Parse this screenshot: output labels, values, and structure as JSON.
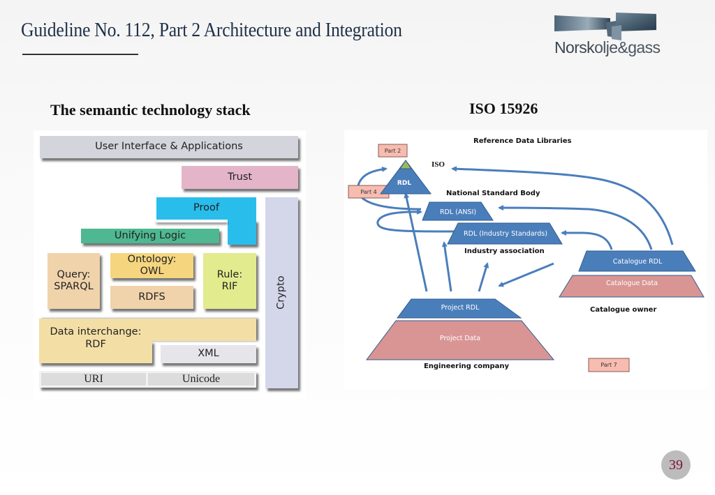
{
  "slide": {
    "title": "Guideline No. 112, Part 2 Architecture and Integration",
    "page_number": "39"
  },
  "logo": {
    "word1": "Norsk",
    "word2": "olje&gass",
    "icon": "norsk-olje-gass-logo-icon"
  },
  "left_panel": {
    "heading": "The semantic technology stack",
    "layers": {
      "ui": "User Interface & Applications",
      "trust": "Trust",
      "proof": "Proof",
      "unifying_logic": "Unifying Logic",
      "query": [
        "Query:",
        "SPARQL"
      ],
      "ontology": [
        "Ontology:",
        "OWL"
      ],
      "rule": [
        "Rule:",
        "RIF"
      ],
      "rdfs": "RDFS",
      "data_interchange": [
        "Data interchange:",
        "RDF"
      ],
      "xml": "XML",
      "uri": "URI",
      "unicode": "Unicode",
      "crypto": "Crypto"
    },
    "colors": {
      "ui": "#d3d4dc",
      "trust": "#e4b4c8",
      "proof": "#29bdec",
      "unifying_logic": "#4db891",
      "query": "#f0d3aa",
      "ontology": "#f5d57e",
      "rdfs": "#f0d3aa",
      "rule": "#e2eb8e",
      "data_interchange": "#f3dfa5",
      "xml": "#e6e6ea",
      "uri_unicode": "#dcdcdc",
      "crypto": "#d4d6ea"
    }
  },
  "right_panel": {
    "heading": "ISO 15926",
    "diagram": {
      "title": "Reference Data Libraries",
      "part_boxes": [
        "Part 2",
        "Part 4",
        "Part 7"
      ],
      "iso_label": "ISO",
      "rdl": "RDL",
      "national_label": "National Standard Body",
      "rdl_ansi": "RDL (ANSI)",
      "rdl_industry": "RDL (Industry Standards)",
      "industry_label": "Industry association",
      "catalogue_rdl": "Catalogue RDL",
      "catalogue_data": "Catalogue Data",
      "catalogue_label": "Catalogue owner",
      "project_rdl": "Project RDL",
      "project_data": "Project Data",
      "engineering_label": "Engineering company"
    },
    "colors": {
      "blue": "#4a7ebb",
      "blue_stroke": "#2f5c8f",
      "data_red": "#d99594",
      "part_box": "#f7bcb0",
      "apex_green": "#9bbb59",
      "arrow": "#4a7ebb"
    }
  }
}
